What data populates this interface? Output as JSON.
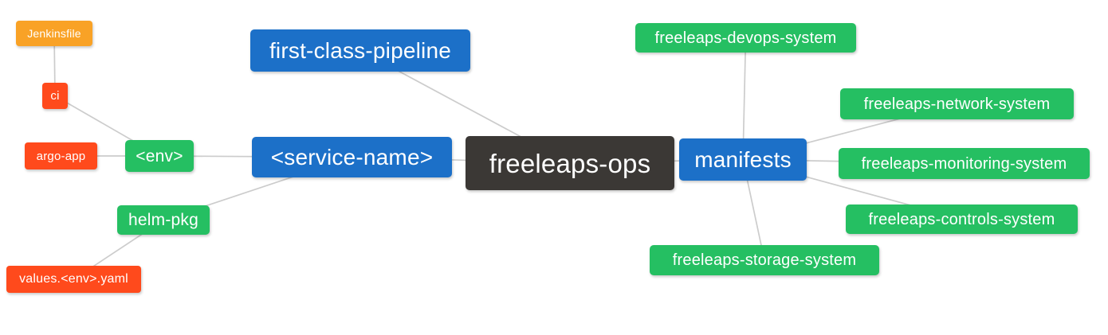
{
  "diagram": {
    "type": "mindmap",
    "root_label": "freeleaps-ops"
  },
  "palette": {
    "blue": "#1c70c8",
    "green": "#25bf62",
    "red": "#ff4a1c",
    "orange": "#f9a226",
    "dark": "#3b3835",
    "edge": "#cccccc",
    "node_text": "#ffffff",
    "background": "#ffffff"
  },
  "nodes": [
    {
      "id": "jenkinsfile",
      "label": "Jenkinsfile",
      "color": "orange",
      "role": "leaf"
    },
    {
      "id": "ci",
      "label": "ci",
      "color": "red",
      "role": "leaf"
    },
    {
      "id": "argo-app",
      "label": "argo-app",
      "color": "red",
      "role": "leaf"
    },
    {
      "id": "env",
      "label": "<env>",
      "color": "green",
      "role": "sub-branch"
    },
    {
      "id": "helm-pkg",
      "label": "helm-pkg",
      "color": "green",
      "role": "sub-branch"
    },
    {
      "id": "values-env-yaml",
      "label": "values.<env>.yaml",
      "color": "red",
      "role": "leaf"
    },
    {
      "id": "first-class-pipeline",
      "label": "first-class-pipeline",
      "color": "blue",
      "role": "branch"
    },
    {
      "id": "service-name",
      "label": "<service-name>",
      "color": "blue",
      "role": "branch"
    },
    {
      "id": "freeleaps-ops",
      "label": "freeleaps-ops",
      "color": "dark",
      "role": "root"
    },
    {
      "id": "manifests",
      "label": "manifests",
      "color": "blue",
      "role": "branch"
    },
    {
      "id": "freeleaps-devops-system",
      "label": "freeleaps-devops-system",
      "color": "green",
      "role": "leaf"
    },
    {
      "id": "freeleaps-network-system",
      "label": "freeleaps-network-system",
      "color": "green",
      "role": "leaf"
    },
    {
      "id": "freeleaps-monitoring-system",
      "label": "freeleaps-monitoring-system",
      "color": "green",
      "role": "leaf"
    },
    {
      "id": "freeleaps-controls-system",
      "label": "freeleaps-controls-system",
      "color": "green",
      "role": "leaf"
    },
    {
      "id": "freeleaps-storage-system",
      "label": "freeleaps-storage-system",
      "color": "green",
      "role": "leaf"
    }
  ],
  "edges": [
    [
      "jenkinsfile",
      "ci"
    ],
    [
      "ci",
      "env"
    ],
    [
      "argo-app",
      "env"
    ],
    [
      "env",
      "service-name"
    ],
    [
      "helm-pkg",
      "service-name"
    ],
    [
      "values-env-yaml",
      "helm-pkg"
    ],
    [
      "first-class-pipeline",
      "freeleaps-ops"
    ],
    [
      "service-name",
      "freeleaps-ops"
    ],
    [
      "freeleaps-ops",
      "manifests"
    ],
    [
      "manifests",
      "freeleaps-devops-system"
    ],
    [
      "manifests",
      "freeleaps-network-system"
    ],
    [
      "manifests",
      "freeleaps-monitoring-system"
    ],
    [
      "manifests",
      "freeleaps-controls-system"
    ],
    [
      "manifests",
      "freeleaps-storage-system"
    ]
  ]
}
